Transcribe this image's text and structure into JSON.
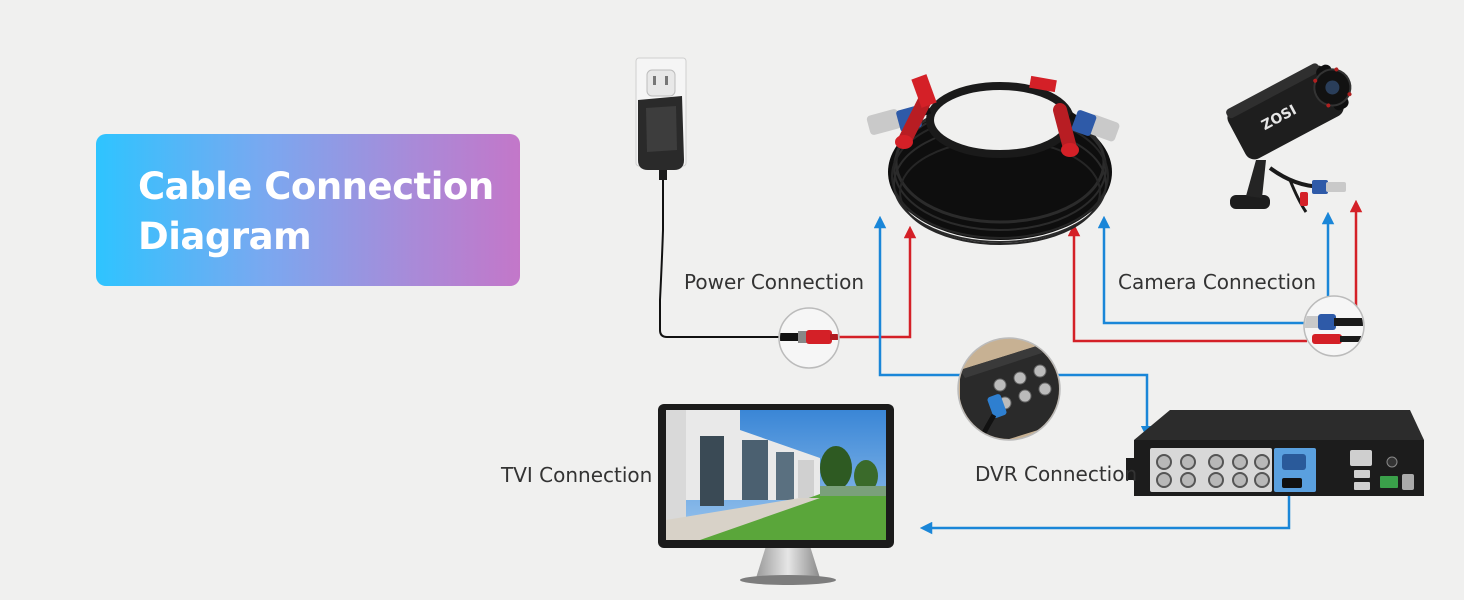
{
  "title": {
    "line1": "Cable Connection",
    "line2": "Diagram"
  },
  "labels": {
    "power": "Power Connection",
    "camera": "Camera Connection",
    "tvi": "TVI Connection",
    "dvr": "DVR Connection"
  },
  "camera_brand": "ZOSI",
  "colors": {
    "red_cable": "#d42027",
    "blue_cable": "#1a86d8",
    "power_cable": "#111111",
    "title_gradient_start": "#2ec4ff",
    "title_gradient_end": "#c377c9"
  }
}
